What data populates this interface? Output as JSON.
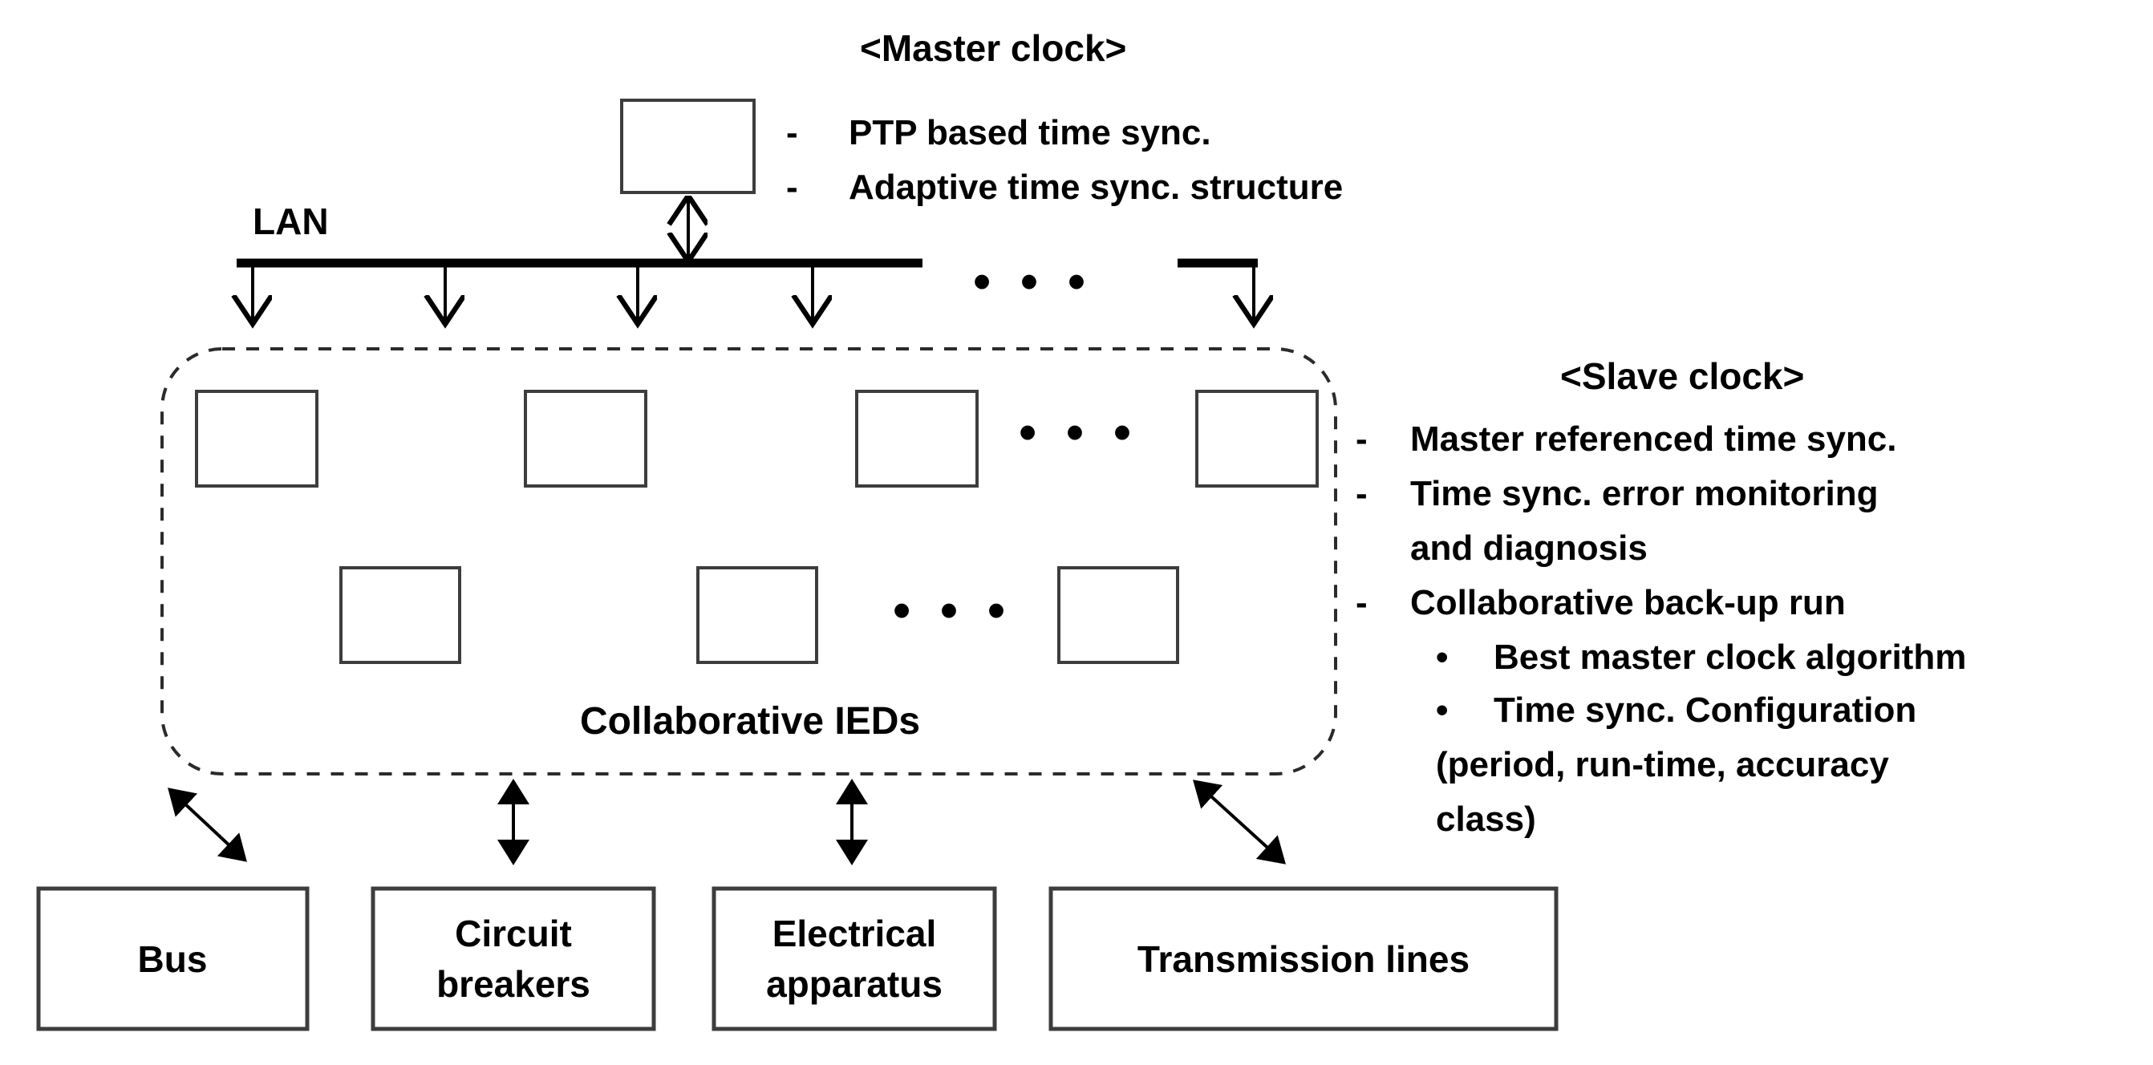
{
  "diagram": {
    "title_hidden": "",
    "lan_label": "LAN",
    "collaborative_label": "Collaborative IEDs",
    "ellipsis": "• • •",
    "master_clock": {
      "heading": "<Master clock>",
      "bullets": [
        {
          "marker": "-",
          "text": "PTP based time sync."
        },
        {
          "marker": "-",
          "text": "Adaptive time sync. structure"
        }
      ]
    },
    "slave_clock": {
      "heading": "<Slave clock>",
      "bullets": [
        {
          "marker": "-",
          "text": "Master referenced time sync."
        },
        {
          "marker": "-",
          "text": "Time sync. error monitoring"
        },
        {
          "marker": "",
          "text": "and diagnosis"
        },
        {
          "marker": "-",
          "text": "Collaborative back-up run"
        },
        {
          "marker": "•",
          "text": "Best master clock algorithm"
        },
        {
          "marker": "•",
          "text": "Time sync. Configuration"
        },
        {
          "marker": "",
          "text": "(period, run-time, accuracy"
        },
        {
          "marker": "",
          "text": "class)"
        }
      ]
    },
    "bottom_boxes": [
      {
        "line1": "Bus",
        "line2": ""
      },
      {
        "line1": "Circuit",
        "line2": "breakers"
      },
      {
        "line1": "Electrical",
        "line2": "apparatus"
      },
      {
        "line1": "Transmission lines",
        "line2": ""
      }
    ],
    "colors": {
      "line": "#000000",
      "box_stroke": "#3d3d3d",
      "dashed_region": "#2b2b2b",
      "background": "#ffffff"
    }
  }
}
